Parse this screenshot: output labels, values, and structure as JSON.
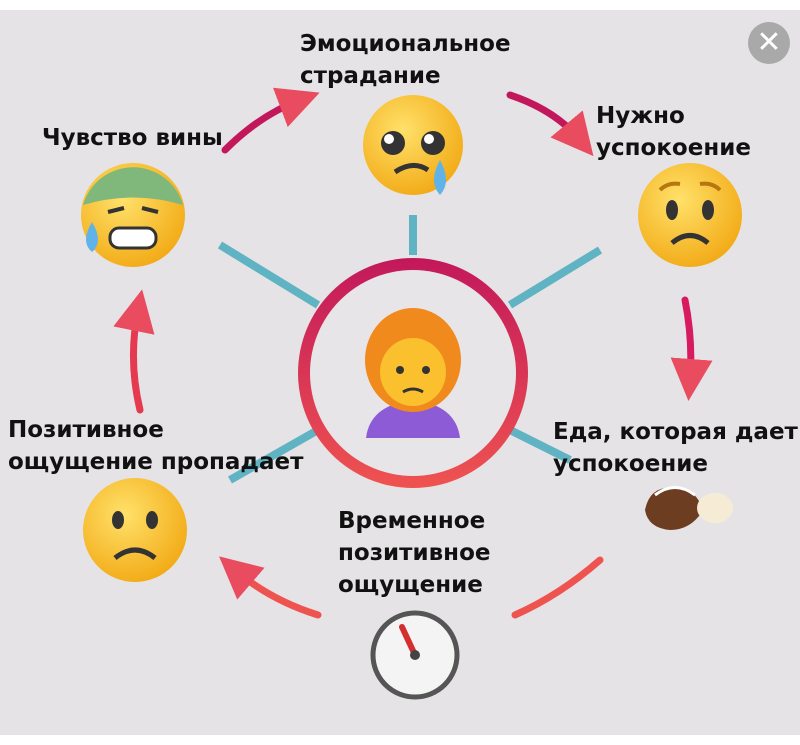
{
  "diagram": {
    "center": {
      "icon": "frowning-woman-icon"
    },
    "nodes": [
      {
        "id": "emotional",
        "lines": [
          "Эмоциональное",
          "страдание"
        ],
        "icon": "crying-face-icon"
      },
      {
        "id": "need-calm",
        "lines": [
          "Нужно",
          "успокоение"
        ],
        "icon": "worried-face-icon"
      },
      {
        "id": "food",
        "lines": [
          "Еда, которая дает",
          "успокоение"
        ],
        "icon": "dessert-icon"
      },
      {
        "id": "temporary",
        "lines": [
          "Временное",
          "позитивное",
          "ощущение"
        ],
        "icon": "gauge-icon"
      },
      {
        "id": "fades",
        "lines": [
          "Позитивное",
          "ощущение пропадает"
        ],
        "icon": "slightly-frowning-face-icon"
      },
      {
        "id": "guilt",
        "lines": [
          "Чувство вины"
        ],
        "icon": "anxious-sweat-face-icon"
      }
    ],
    "colors": {
      "background": "#e5e3e5",
      "spoke": "#5fb3c3",
      "ring_start": "#c2185b",
      "ring_end": "#ef5350",
      "emoji": "#fbc02d"
    }
  },
  "close_button": {
    "icon": "close-icon",
    "glyph": "✕"
  }
}
